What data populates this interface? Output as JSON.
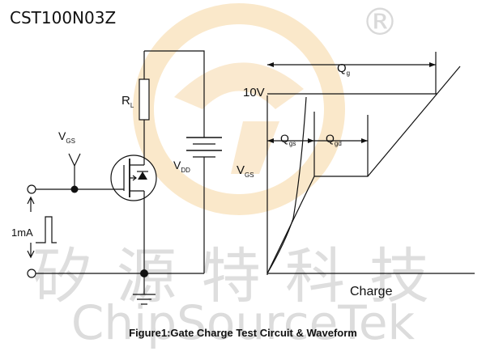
{
  "part_number": "CST100N03Z",
  "watermark": {
    "chinese": "矽源特科技",
    "english": "ChipSourceTek",
    "registered_mark": "®"
  },
  "caption": "Figure1:Gate Charge Test Circuit & Waveform",
  "circuit": {
    "rl": {
      "main": "R",
      "sub": "L"
    },
    "vgs": {
      "main": "V",
      "sub": "GS"
    },
    "vdd": {
      "main": "V",
      "sub": "DD"
    },
    "current_source": "1mA"
  },
  "waveform": {
    "vgs": {
      "main": "V",
      "sub": "GS"
    },
    "level": "10V",
    "qg": {
      "main": "Q",
      "sub": "g"
    },
    "qgs": {
      "main": "Q",
      "sub": "gs"
    },
    "qgd": {
      "main": "Q",
      "sub": "gd"
    },
    "x_label": "Charge"
  },
  "colors": {
    "logo_orange": "#f6d7a7",
    "watermark_gray": "#dcdcdc",
    "line": "#111111"
  }
}
